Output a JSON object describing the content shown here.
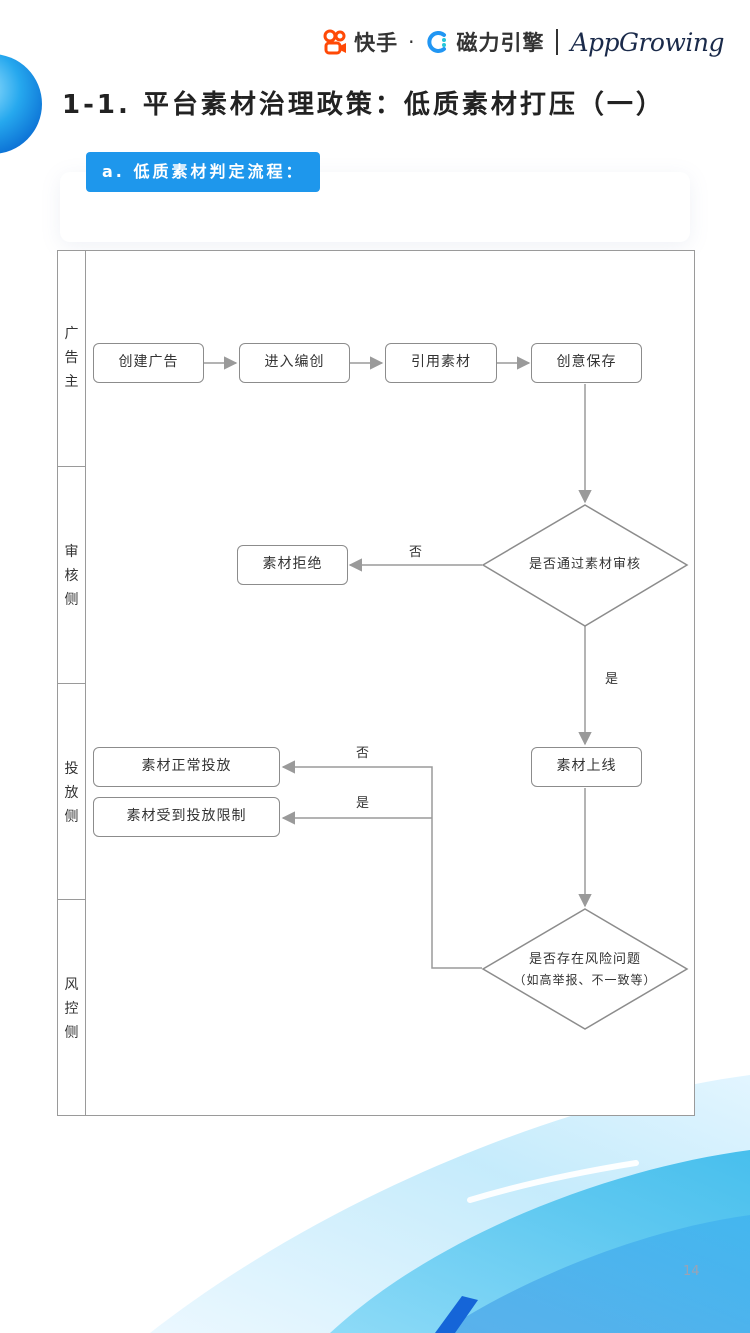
{
  "header": {
    "brand_kuaishou": "快手",
    "separator_dot": "·",
    "brand_cili": "磁力引擎",
    "brand_appgrowing": "AppGrowing"
  },
  "page_title": "1-1. 平台素材治理政策：低质素材打压（一）",
  "section_tag": "a. 低质素材判定流程：",
  "lanes": [
    {
      "label": "广\n告\n主"
    },
    {
      "label": "审\n核\n侧"
    },
    {
      "label": "投\n放\n侧"
    },
    {
      "label": "风\n控\n侧"
    }
  ],
  "nodes": {
    "create_ad": "创建广告",
    "enter_edit": "进入编创",
    "cite_material": "引用素材",
    "save_creative": "创意保存",
    "pass_review": "是否通过素材审核",
    "material_rejected": "素材拒绝",
    "material_online": "素材上线",
    "risk_issue_line1": "是否存在风险问题",
    "risk_issue_line2": "（如高举报、不一致等）",
    "normal_delivery": "素材正常投放",
    "limited_delivery": "素材受到投放限制"
  },
  "edge_labels": {
    "review_no": "否",
    "review_yes": "是",
    "risk_no": "否",
    "risk_yes": "是"
  },
  "colors": {
    "accent": "#1e97ec",
    "line": "#9a9a9a",
    "text": "#333333"
  },
  "page_number": "14"
}
